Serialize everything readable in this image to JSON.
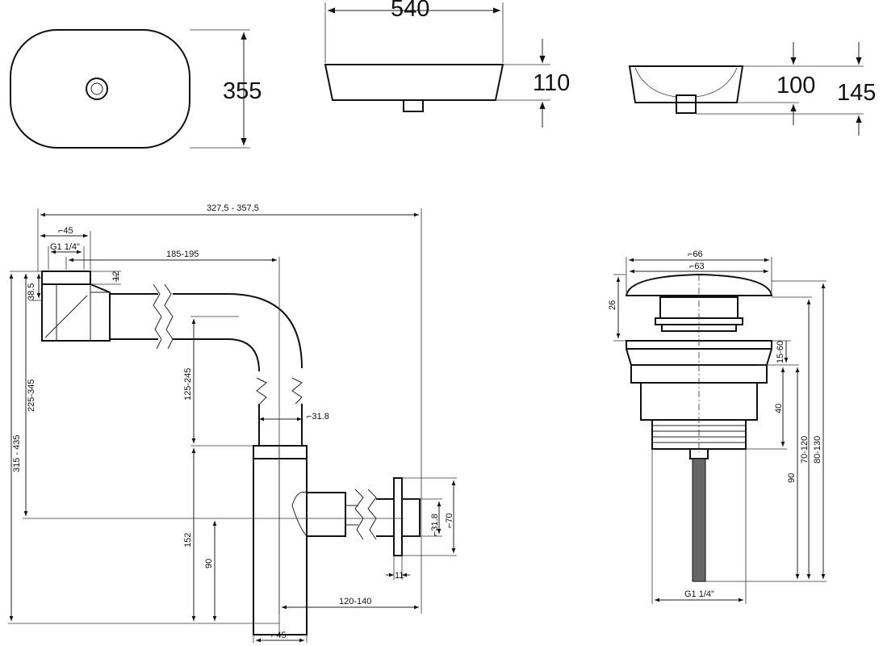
{
  "basin": {
    "top_view": {
      "height_dim": "355"
    },
    "front_view": {
      "width_dim": "540",
      "height_dim": "110"
    },
    "side_view": {
      "inner_dim": "100",
      "total_dim": "145"
    }
  },
  "siphon": {
    "overall_width": "327,5 - 357,5",
    "diam_45_top": "⌐45",
    "thread_top": "G1 1/4\"",
    "horiz_185": "185-195",
    "dim_12": "12",
    "dim_385": "38.5",
    "dim_315": "315 - 435",
    "dim_225": "225-345",
    "dim_125": "125-245",
    "diam_318_pipe": "⌐31.8",
    "dim_152": "152",
    "dim_90": "90",
    "diam_318_outlet": "⌐31.8",
    "diam_70": "⌐70",
    "dim_11": "11",
    "horiz_120": "120-140",
    "diam_45_bottom": "⌐45"
  },
  "drain": {
    "diam_66": "⌐66",
    "diam_63": "⌐63",
    "dim_26": "26",
    "dim_1560": "15-60",
    "dim_40": "40",
    "dim_90": "90",
    "dim_70120": "70-120",
    "dim_80130": "80-130",
    "thread": "G1 1/4\""
  }
}
